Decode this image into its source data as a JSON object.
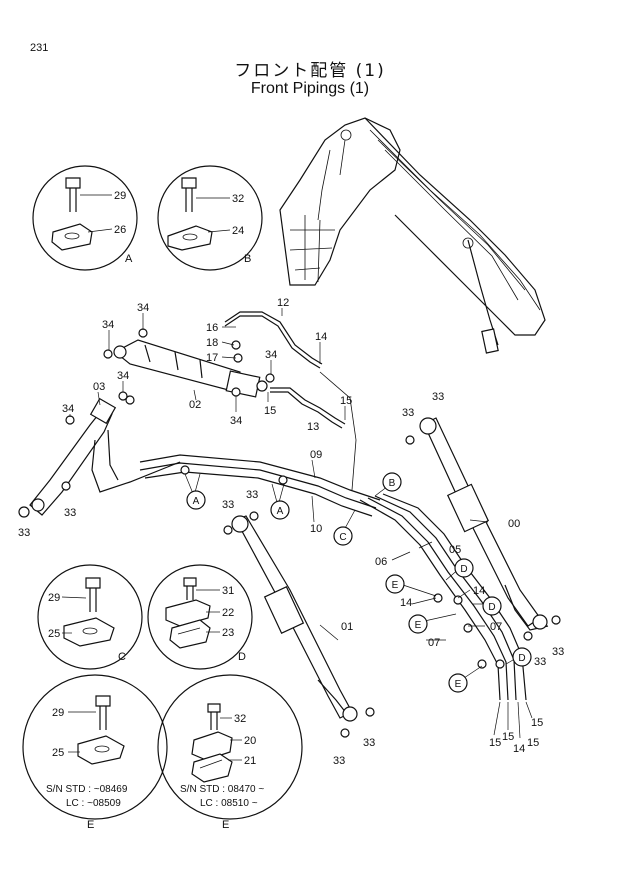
{
  "page_number": "231",
  "title_jp": "フロント配管 (1)",
  "title_en": "Front Pipings (1)",
  "callouts": {
    "p29a": "29",
    "p26": "26",
    "p32a": "32",
    "p24": "24",
    "p29c": "29",
    "p25c": "25",
    "p31": "31",
    "p22": "22",
    "p23": "23",
    "p29e": "29",
    "p25e": "25",
    "p32e": "32",
    "p20": "20",
    "p21": "21",
    "p12": "12",
    "p16": "16",
    "p18": "18",
    "p17": "17",
    "p14a": "14",
    "p34a": "34",
    "p34b": "34",
    "p34c": "34",
    "p34d": "34",
    "p34e": "34",
    "p34f": "34",
    "p03": "03",
    "p02": "02",
    "p15a": "15",
    "p13": "13",
    "p15b": "15",
    "p09": "09",
    "p10": "10",
    "p33a": "33",
    "p33b": "33",
    "p33c": "33",
    "p33d": "33",
    "p33e": "33",
    "p33f": "33",
    "p33g": "33",
    "p33h": "33",
    "p33i": "33",
    "p33j": "33",
    "p00": "00",
    "p01": "01",
    "p05": "05",
    "p06": "06",
    "p07a": "07",
    "p07b": "07",
    "p14b": "14",
    "p14c": "14",
    "p14d": "14",
    "p15c": "15",
    "p15d": "15",
    "p15e": "15",
    "p15f": "15"
  },
  "detail_letters": {
    "a": "A",
    "b": "B",
    "c": "C",
    "d": "D",
    "e1": "E",
    "e2": "E"
  },
  "ref_markers": {
    "a1": "A",
    "a2": "A",
    "b": "B",
    "c": "C",
    "d1": "D",
    "d2": "D",
    "d3": "D",
    "e1": "E",
    "e2": "E",
    "e3": "E"
  },
  "serial_left": {
    "std": "S/N STD : ~08469",
    "lc": "LC : ~08509"
  },
  "serial_right": {
    "std": "S/N STD : 08470 ~",
    "lc": "LC : 08510 ~"
  }
}
